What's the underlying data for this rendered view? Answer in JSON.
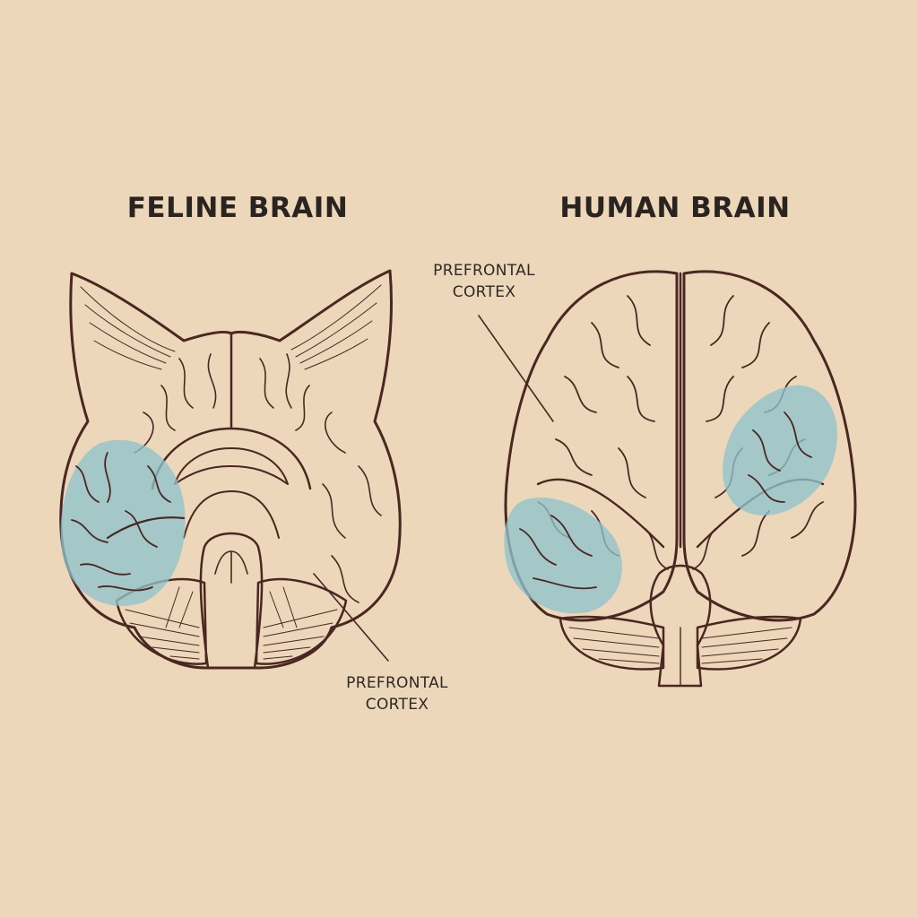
{
  "figure": {
    "background_color": "#ecd7ba",
    "stroke_color": "#4a2721",
    "highlight_color": "#8fc3cc",
    "panels": [
      {
        "id": "feline",
        "title": "FELINE BRAIN",
        "annotation": {
          "line1": "PREFRONTAL",
          "line2": "CORTEX"
        },
        "highlighted_region": "left lateral lobe (blue)"
      },
      {
        "id": "human",
        "title": "HUMAN BRAIN",
        "annotation": {
          "line1": "PREFRONTAL",
          "line2": "CORTEX"
        },
        "highlighted_region": "right upper lobe and left lower lobe (blue)"
      }
    ]
  }
}
